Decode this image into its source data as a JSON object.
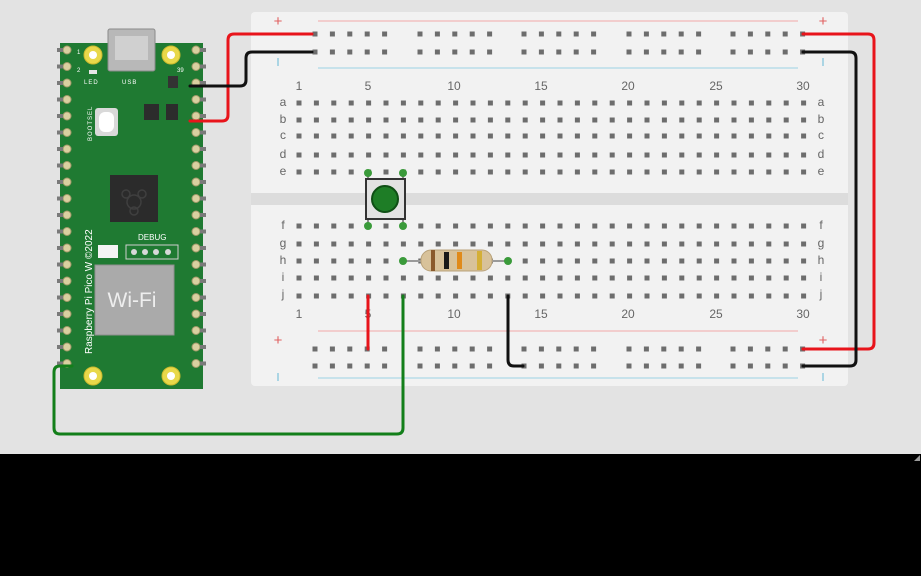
{
  "simulator": {
    "board": {
      "name": "Raspberry Pi Pico W",
      "silkscreen_title": "Raspberry Pi Pico W ©2022",
      "labels": {
        "led": "LED",
        "usb": "USB",
        "bootsel": "BOOTSEL",
        "debug": "DEBUG",
        "wifi": "Wi-Fi",
        "pin_1": "1",
        "pin_2": "2",
        "pin_39": "39"
      }
    },
    "breadboard": {
      "columns_top": [
        "1",
        "5",
        "10",
        "15",
        "20",
        "25",
        "30"
      ],
      "columns_bottom": [
        "1",
        "5",
        "10",
        "15",
        "20",
        "25",
        "30"
      ],
      "rows_top": [
        "a",
        "b",
        "c",
        "d",
        "e"
      ],
      "rows_bottom": [
        "f",
        "g",
        "h",
        "i",
        "j"
      ],
      "rail_plus": "+",
      "rail_minus": "-"
    },
    "components": {
      "pushbutton": "pushbutton",
      "resistor": "resistor"
    },
    "wire_colors": {
      "power": "#e8141b",
      "ground": "#111111",
      "signal": "#137f1a"
    },
    "console_text": ""
  }
}
